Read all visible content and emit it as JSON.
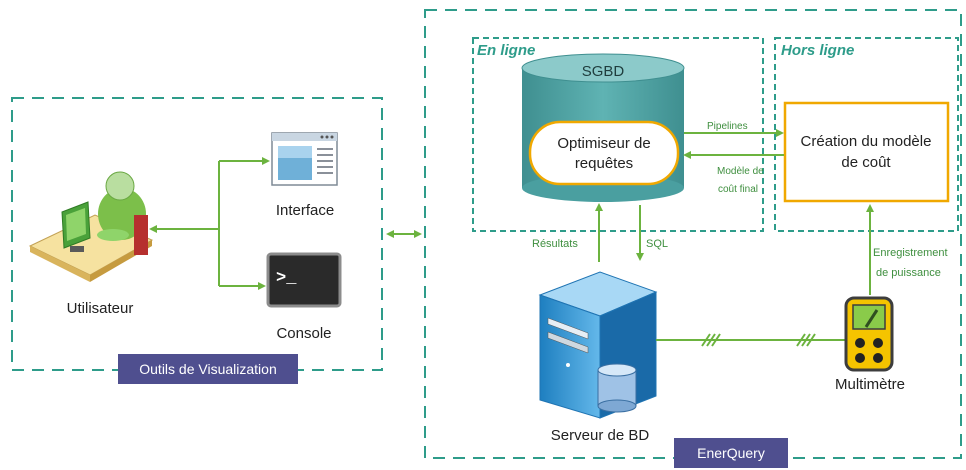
{
  "colors": {
    "frame": "#2e9c8a",
    "arrow": "#6cb33f",
    "database": "#4a9fa0",
    "orange": "#f0a800",
    "tag_bg": "#4f4f8f",
    "tag_text": "#ffffff"
  },
  "groups": {
    "visualization_tag": "Outils de Visualization",
    "enerquery_tag": "EnerQuery",
    "online_title": "En ligne",
    "offline_title": "Hors ligne"
  },
  "nodes": {
    "user": "Utilisateur",
    "interface": "Interface",
    "console": "Console",
    "dbms": "SGBD",
    "optimizer_line1": "Optimiseur de",
    "optimizer_line2": "requêtes",
    "cost_model_line1": "Création du modèle",
    "cost_model_line2": "de coût",
    "db_server": "Serveur de BD",
    "multimeter": "Multimètre"
  },
  "edges": {
    "pipelines": "Pipelines",
    "final_model_line1": "Modèle de",
    "final_model_line2": "coût final",
    "results": "Résultats",
    "sql": "SQL",
    "power_line1": "Enregistrement",
    "power_line2": "de puissance"
  }
}
